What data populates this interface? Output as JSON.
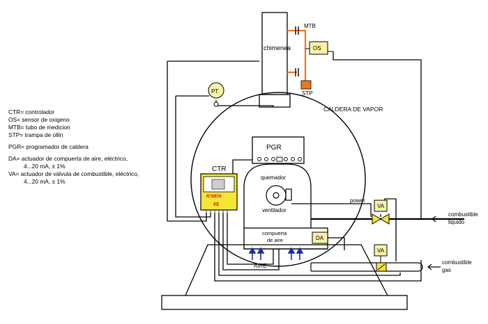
{
  "diagram": {
    "title": "CALDERA DE VAPOR",
    "labels": {
      "chimney": "chimenea",
      "mtb": "MTB",
      "os": "OS",
      "stp": "STP",
      "pt": "PT",
      "pgr": "PGR",
      "ctr": "CTR",
      "controller_brand": "ICNEIS",
      "controller_model": "05",
      "burner": "quemador",
      "fan": "ventilador",
      "power": "power",
      "va_liquid": "VA",
      "va_gas": "VA",
      "damper_line1": "compuerta",
      "damper_line2": "de aire",
      "da": "DA",
      "air": "AIRE",
      "liquid_fuel_line1": "combustible",
      "liquid_fuel_line2": "liquido",
      "gas_fuel_line1": "combustible",
      "gas_fuel_line2": "gas"
    },
    "legend": [
      "CTR=  controlador",
      "OS=    sensor de oxigeno",
      "MTB= tubo de medicion",
      "STP=  trampa de ollin",
      "PGR= programador de caldera",
      "DA=    actuador de compuerta de aire, eléctrico,",
      "4...20 mA, ± 1%",
      "VA=   actuador de válvula de combustible, eléctrico,",
      "4...20 mA, ± 1%"
    ]
  },
  "colors": {
    "line": "#000000",
    "controller_fill": "#f5e636",
    "sensor_fill": "#f6f2a8",
    "pipe_orange": "#e8791f",
    "trap_fill": "#e8791f",
    "air_arrows": "#1b2fa8",
    "controller_text": "#d0171d"
  }
}
